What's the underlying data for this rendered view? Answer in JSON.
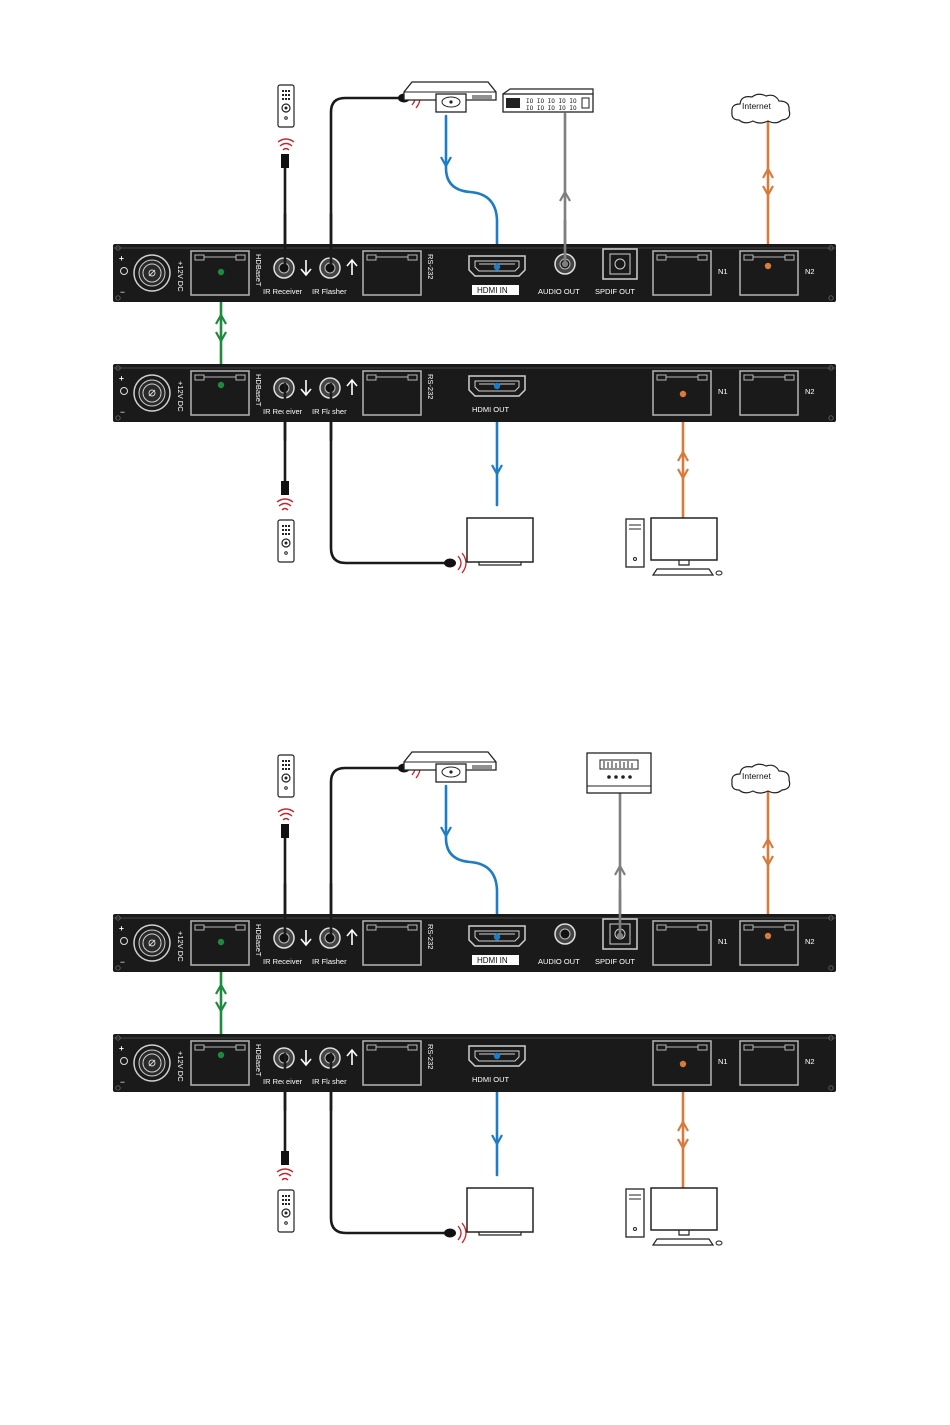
{
  "colors": {
    "panel": "#1a1a1a",
    "hdmi_cable": "#1c7cc5",
    "audio_cable": "#7f7f7f",
    "network_cable": "#d97a3c",
    "hdbaset_cable": "#1e8a3e",
    "ir_cable": "#1a1a1a",
    "ir_signal": "#c8222a"
  },
  "labels": {
    "power": "+12V DC",
    "hdbaset": "HDBaseT",
    "ir_receiver": "IR Receiver",
    "ir_flasher": "IR Flasher",
    "rs232": "RS-232",
    "hdmi_in": "HDMI IN",
    "hdmi_out": "HDMI OUT",
    "audio_out": "AUDIO OUT",
    "spdif_out": "SPDIF OUT",
    "n1": "N1",
    "n2": "N2",
    "internet": "Internet",
    "plus": "+",
    "minus": "−"
  },
  "diagrams": [
    {
      "audio_device": "amplifier",
      "active_audio_port": "audio"
    },
    {
      "audio_device": "soundbar",
      "active_audio_port": "spdif"
    }
  ]
}
